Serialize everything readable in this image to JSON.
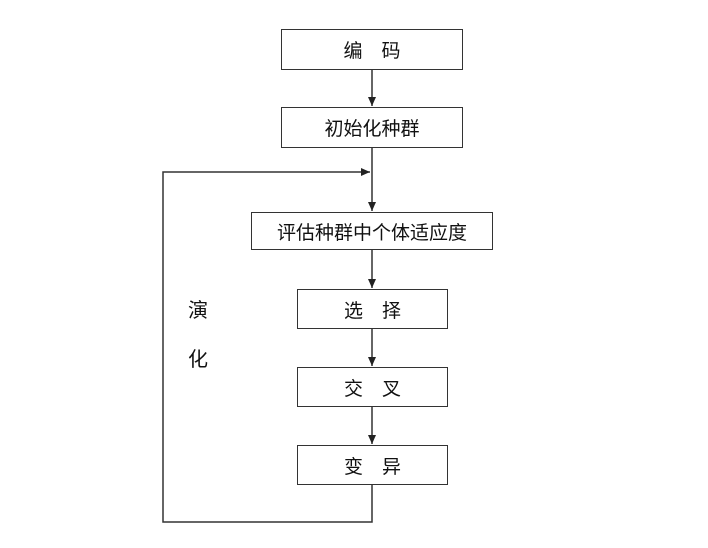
{
  "nodes": {
    "encode": "编　码",
    "init_population": "初始化种群",
    "evaluate_fitness": "评估种群中个体适应度",
    "selection": "选　择",
    "crossover": "交　叉",
    "mutation": "变　异"
  },
  "loop_label": [
    "演",
    "化"
  ],
  "colors": {
    "stroke": "#333333",
    "text": "#111111",
    "background": "#ffffff"
  }
}
